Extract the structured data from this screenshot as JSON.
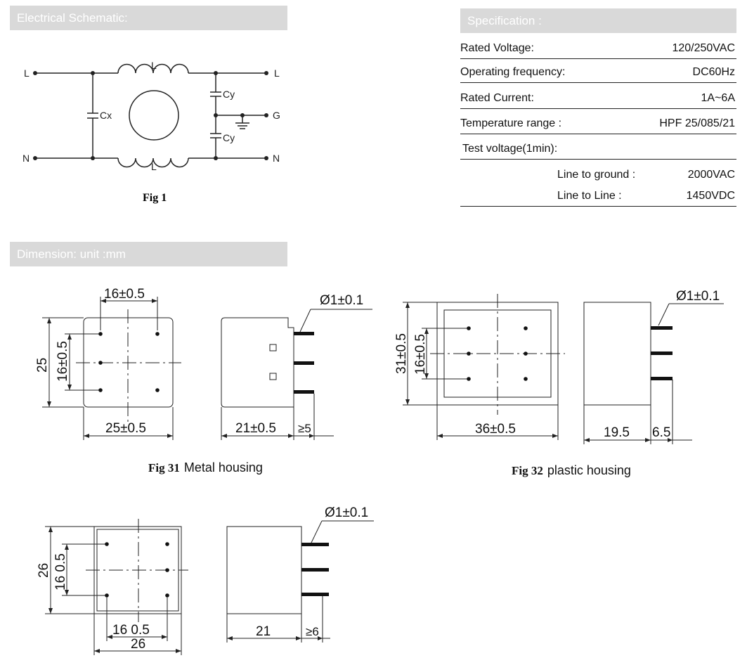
{
  "sections": {
    "schematic": "Electrical Schematic:",
    "specification": "Specification :",
    "dimension": "Dimension:   unit :mm"
  },
  "schematic": {
    "fig": "Fig 1",
    "labels": {
      "L_in": "L",
      "N_in": "N",
      "L_out": "L",
      "N_out": "N",
      "G": "G",
      "inductor_top": "L",
      "inductor_bottom": "L",
      "cx": "Cx",
      "cy_top": "Cy",
      "cy_bottom": "Cy"
    }
  },
  "spec": {
    "rows": [
      {
        "key": "Rated Voltage:",
        "value": "120/250VAC"
      },
      {
        "key": "Operating frequency:",
        "value": "DC60Hz"
      },
      {
        "key": "Rated Current:",
        "value": "1A~6A"
      },
      {
        "key": "Temperature range :",
        "value": "HPF 25/085/21"
      },
      {
        "key": "Test voltage(1min):",
        "value": ""
      }
    ],
    "sub": [
      {
        "key": "Line to ground :",
        "value": "2000VAC"
      },
      {
        "key": "Line to Line :",
        "value": "1450VDC"
      }
    ]
  },
  "fig31": {
    "caption_num": "Fig 31",
    "caption_text": "Metal housing",
    "dim_top": "16±0.5",
    "dim_left_outer": "25",
    "dim_left_inner": "16±0.5",
    "dim_bottom": "25±0.5",
    "pin_dia": "Ø1±0.1",
    "dim_side": "21±0.5",
    "dim_pin_len": "≥5"
  },
  "fig32": {
    "caption_num": "Fig 32",
    "caption_text": "plastic housing",
    "dim_left_outer": "31±0.5",
    "dim_left_inner": "16±0.5",
    "dim_bottom": "36±0.5",
    "pin_dia": "Ø1±0.1",
    "dim_side": "19.5",
    "dim_pin_len": "6.5"
  },
  "fig33": {
    "dim_left_outer": "26",
    "dim_left_inner": "16  0.5",
    "dim_bottom_inner": "16  0.5",
    "dim_bottom": "26",
    "pin_dia": "Ø1±0.1",
    "dim_side": "21",
    "dim_pin_len": "≥6"
  },
  "colors": {
    "header_bg": "#d9d9d9",
    "header_text": "#ffffff",
    "line": "#222222"
  }
}
